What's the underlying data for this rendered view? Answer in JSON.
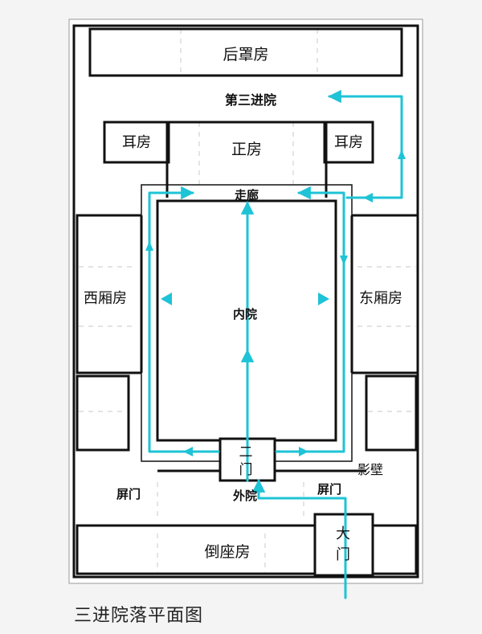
{
  "caption": "三进院落平面图",
  "labels": {
    "rear_house": "后罩房",
    "third_courtyard": "第三进院",
    "ear_room_left": "耳房",
    "ear_room_right": "耳房",
    "main_house": "正房",
    "corridor": "走廊",
    "west_wing": "西厢房",
    "east_wing": "东厢房",
    "inner_courtyard": "内院",
    "second_gate": "二门",
    "screen_wall": "影壁",
    "screen_gate_left": "屏门",
    "screen_gate_right": "屏门",
    "outer_courtyard": "外院",
    "reverse_house": "倒座房",
    "main_gate": "大门"
  },
  "colors": {
    "wall": "#111111",
    "route": "#1ec3d6",
    "background": "#ffffff",
    "page": "#f4f4f4",
    "dash": "#d2d2d2"
  }
}
